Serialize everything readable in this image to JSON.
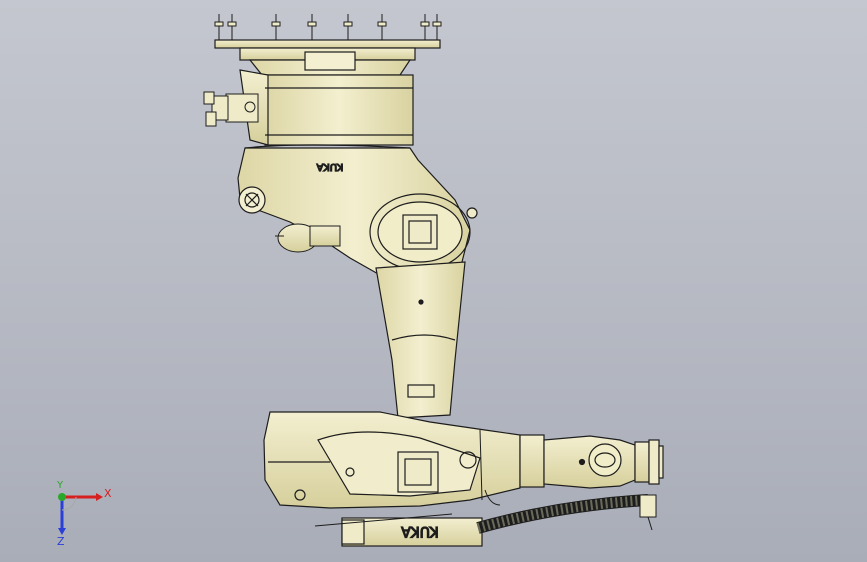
{
  "model": {
    "logo_text": "KUKA",
    "colors": {
      "body": "#efebc8",
      "body_shade": "#ddd6a6",
      "edge": "#1d1d1d",
      "hose": "#6b6b5c",
      "background_top": "#c4c7cf",
      "background_bottom": "#a9adb8"
    }
  },
  "triad": {
    "x_label": "X",
    "y_label": "Y",
    "z_label": "Z",
    "colors": {
      "x": "#d62020",
      "y": "#2aa82a",
      "z": "#2a3fd6"
    }
  }
}
